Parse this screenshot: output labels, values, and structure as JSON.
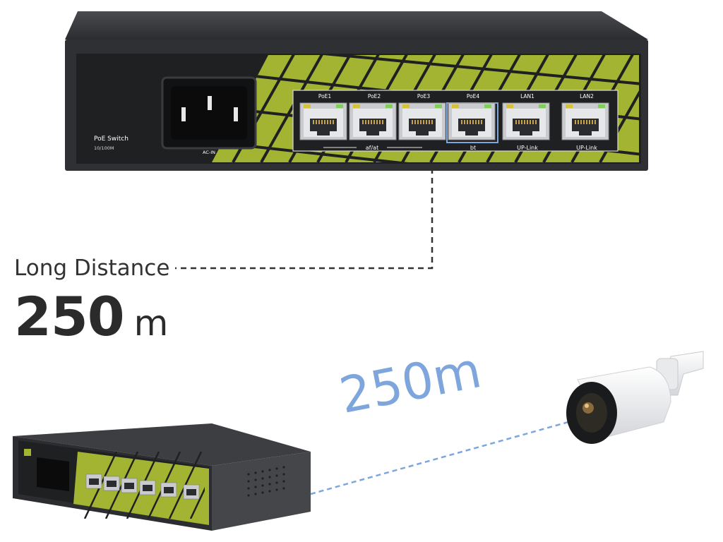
{
  "headline": "Long Distance",
  "distance": {
    "value": "250",
    "unit": "m"
  },
  "cable_label": "250m",
  "switch": {
    "name": "PoE Switch",
    "spec": "10/100M",
    "power_label": "AC-IN",
    "ports": [
      {
        "label": "PoE1"
      },
      {
        "label": "PoE2"
      },
      {
        "label": "PoE3"
      },
      {
        "label": "PoE4"
      },
      {
        "label": "LAN1"
      },
      {
        "label": "LAN2"
      }
    ],
    "group_labels": {
      "af_at": "af/at",
      "bt": "bt",
      "uplink1": "UP-Link",
      "uplink2": "UP-Link"
    }
  },
  "colors": {
    "panel_accent": "#a3b332",
    "body": "#2f3033",
    "line": "#333333",
    "cable": "#7ea6dc"
  }
}
